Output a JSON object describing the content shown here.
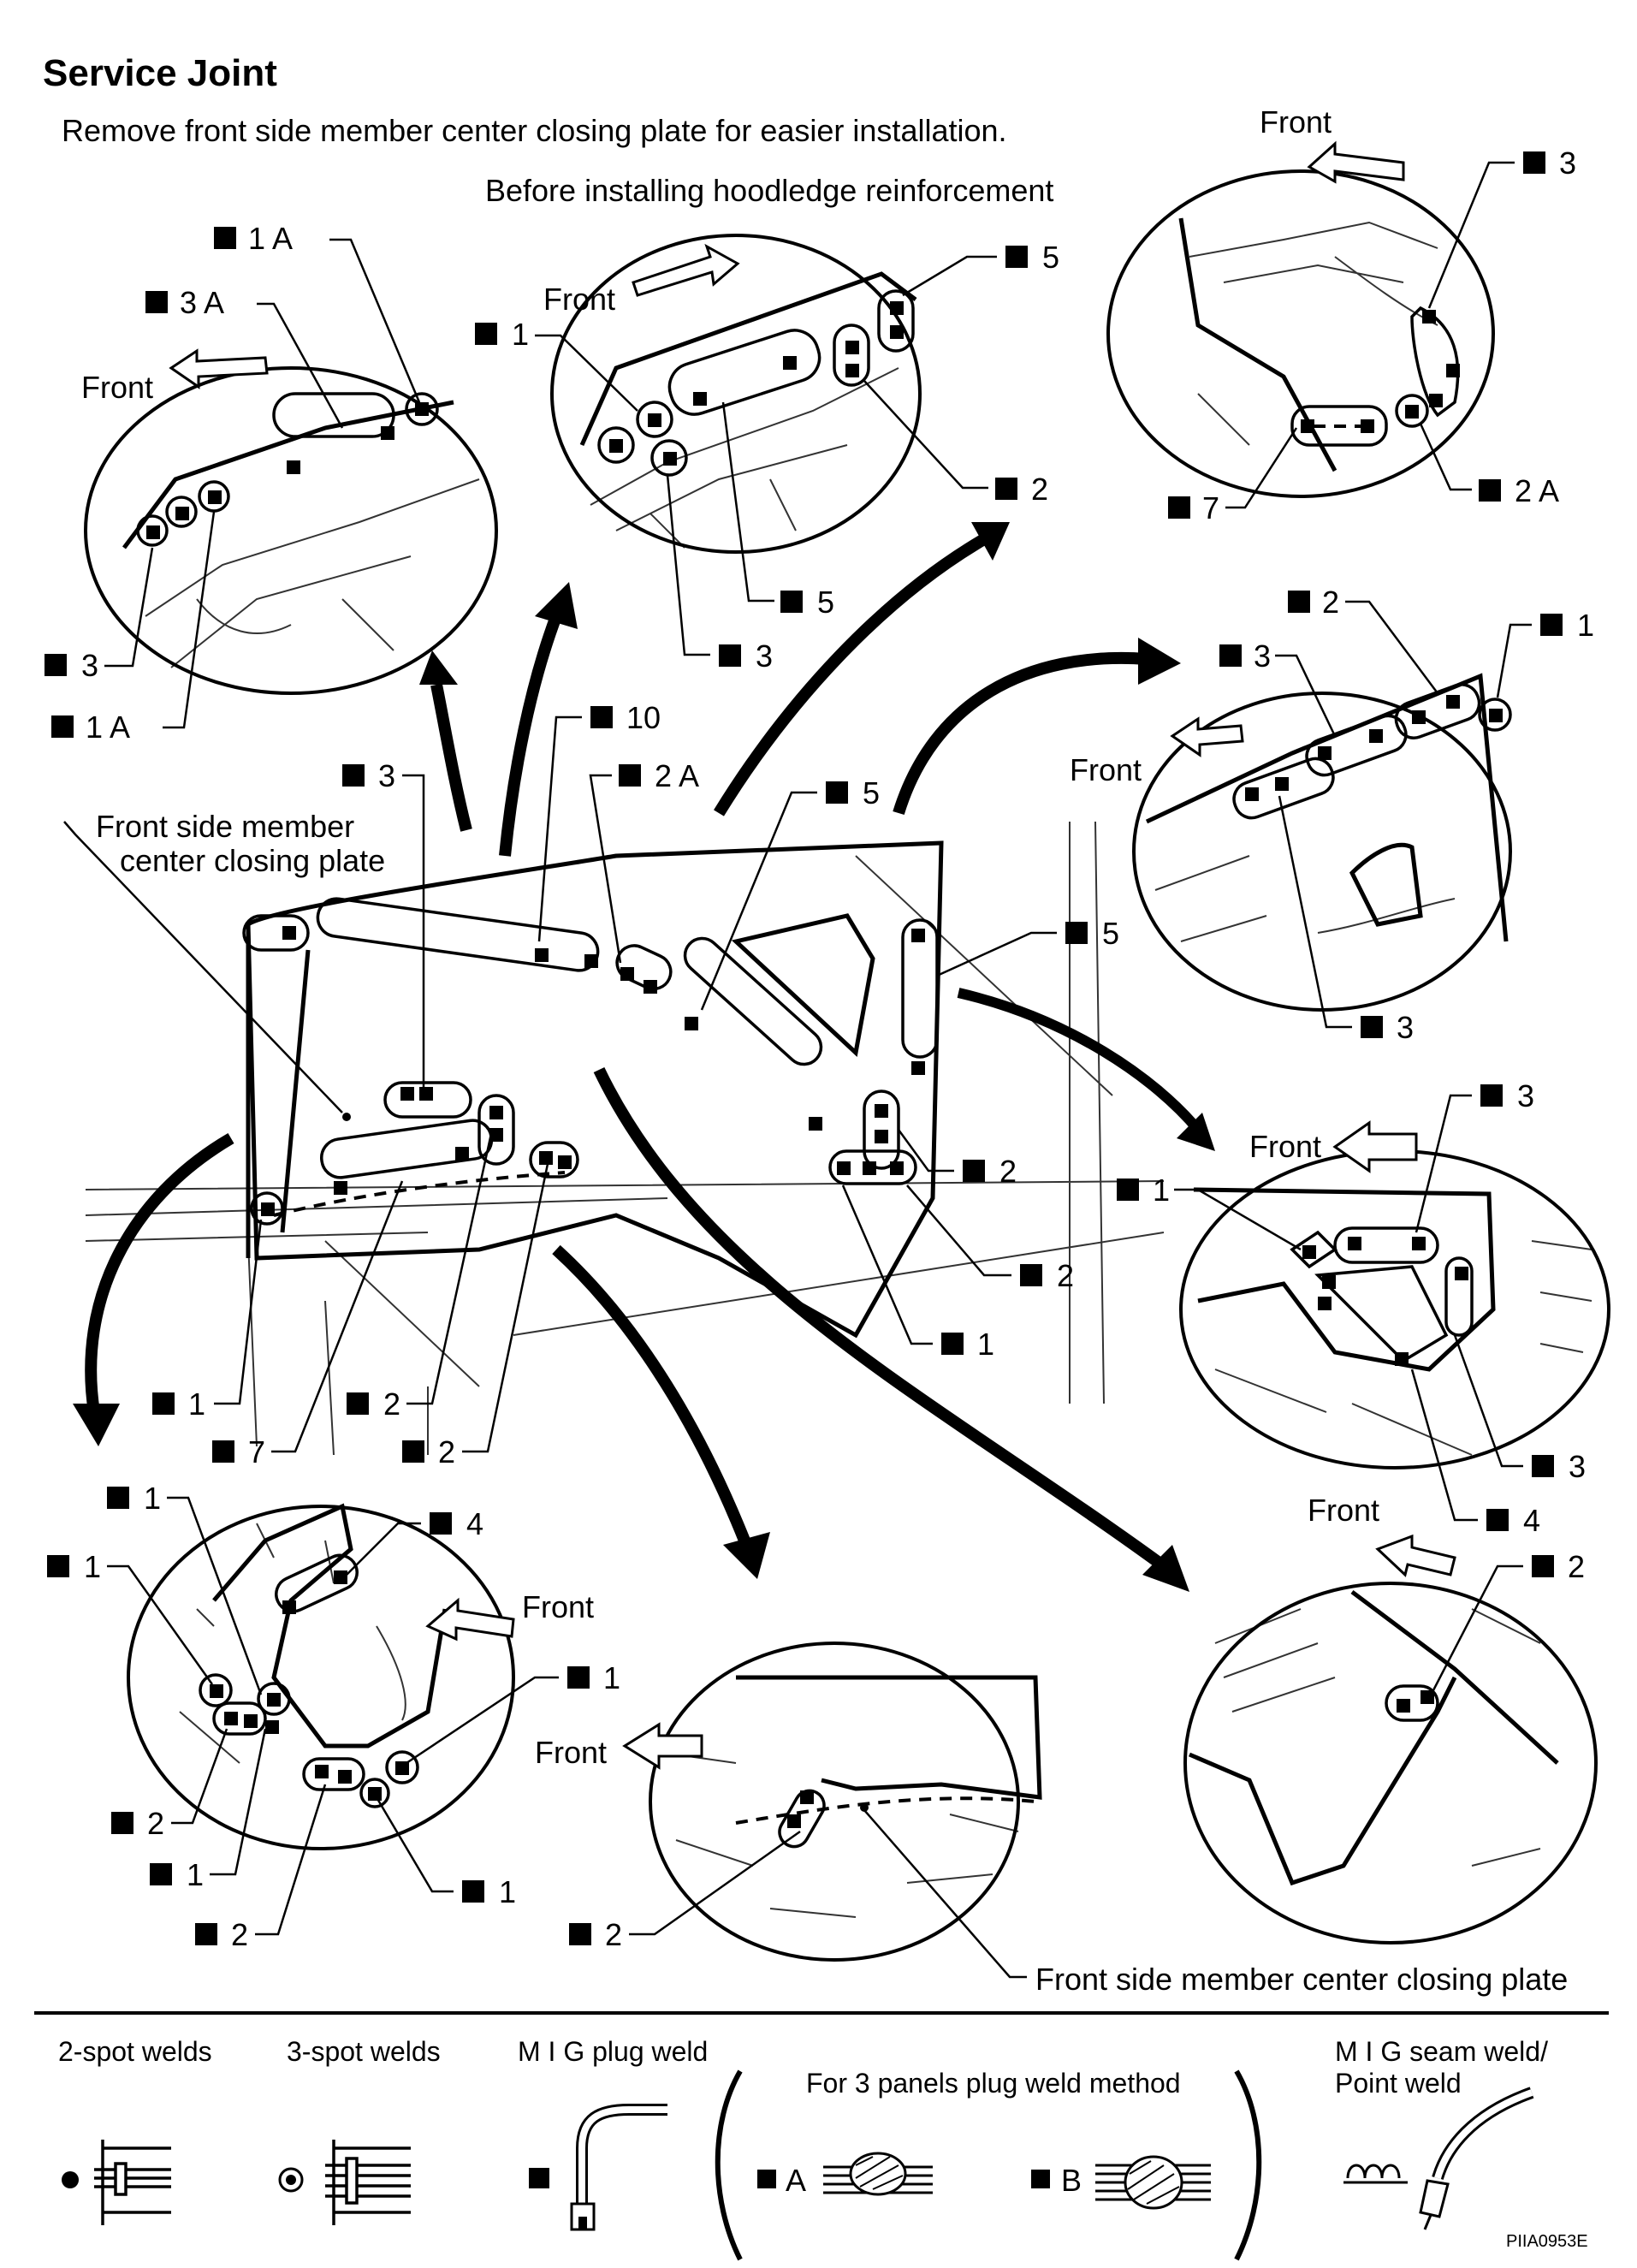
{
  "title": "Service Joint",
  "subtitle": "Remove front side member center closing plate for easier installation.",
  "before_note": "Before installing hoodledge reinforcement",
  "front": "Front",
  "closing_plate_label": [
    "Front side member",
    "center closing plate"
  ],
  "closing_plate_label_bottom": "Front side member center closing plate",
  "callouts": {
    "c1A": "1 A",
    "c3A": "3 A",
    "c1": "1",
    "c2": "2",
    "c2A": "2 A",
    "c3": "3",
    "c4": "4",
    "c5": "5",
    "c7": "7",
    "c10": "10"
  },
  "legend": {
    "two_spot": "2-spot welds",
    "three_spot": "3-spot welds",
    "mig_plug": "M I G plug weld",
    "three_panels": "For 3 panels plug weld method",
    "A": "A",
    "B": "B",
    "mig_seam_1": "M I G seam weld/",
    "mig_seam_2": "Point weld",
    "code": "PIIA0953E"
  }
}
